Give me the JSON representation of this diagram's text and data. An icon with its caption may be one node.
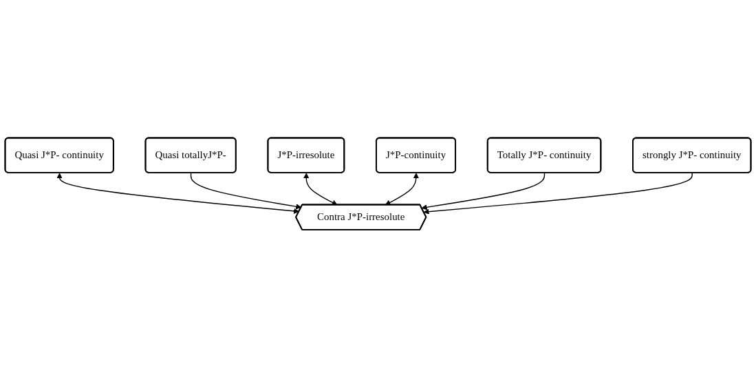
{
  "diagram": {
    "nodes": [
      {
        "text": [
          "Quasi J*P- continuity"
        ]
      },
      {
        "text": [
          "Quasi totallyJ*P-"
        ]
      },
      {
        "text": [
          "J*P-irresolute"
        ]
      },
      {
        "text": [
          "Contra J*P-irresolute"
        ]
      },
      {
        "text": [
          "J*P-continuity"
        ]
      },
      {
        "text": [
          "Totally J*P- continuity"
        ]
      },
      {
        "text": [
          "strongly J*P- continuity"
        ]
      }
    ],
    "edges": [
      {
        "from": 0,
        "to": 3,
        "arrow": "both"
      },
      {
        "from": 1,
        "to": 3,
        "arrow": "to"
      },
      {
        "from": 2,
        "to": 3,
        "arrow": "both"
      },
      {
        "from": 4,
        "to": 3,
        "arrow": "both"
      },
      {
        "from": 5,
        "to": 3,
        "arrow": "to"
      },
      {
        "from": 6,
        "to": 3,
        "arrow": "to"
      }
    ]
  }
}
